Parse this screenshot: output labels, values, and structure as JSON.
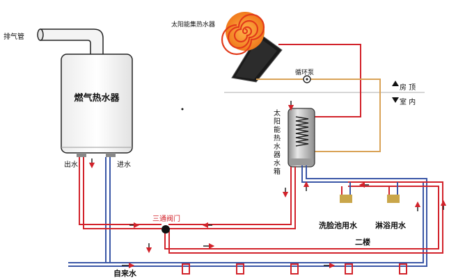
{
  "labels": {
    "exhaust": "排气管",
    "gas_heater": "燃气热水器",
    "water_out": "出水",
    "water_in": "进水",
    "solar_collector": "太阳能集热水器",
    "pump": "循环泵",
    "roof_top": "房 顶",
    "indoor": "室 内",
    "tank": [
      "太",
      "阳",
      "能",
      "热",
      "水",
      "器",
      "水",
      "箱"
    ],
    "three_way_valve": "三通阀门",
    "basin": "洗脸池用水",
    "shower": "淋浴用水",
    "second_floor": "二楼",
    "tap_water": "自来水"
  },
  "colors": {
    "hot_pipe": "#d2222a",
    "cold_pipe": "#3a56a6",
    "sun_outer": "#f07a1c",
    "sun_spiral": "#e23a1a",
    "collector": "#1a1a1a",
    "return_line": "#d9a256",
    "divider": "#c8c8c8"
  },
  "icons": {
    "pump": "pump-icon",
    "valve": "valve-icon",
    "sun": "sun-spiral-icon"
  }
}
